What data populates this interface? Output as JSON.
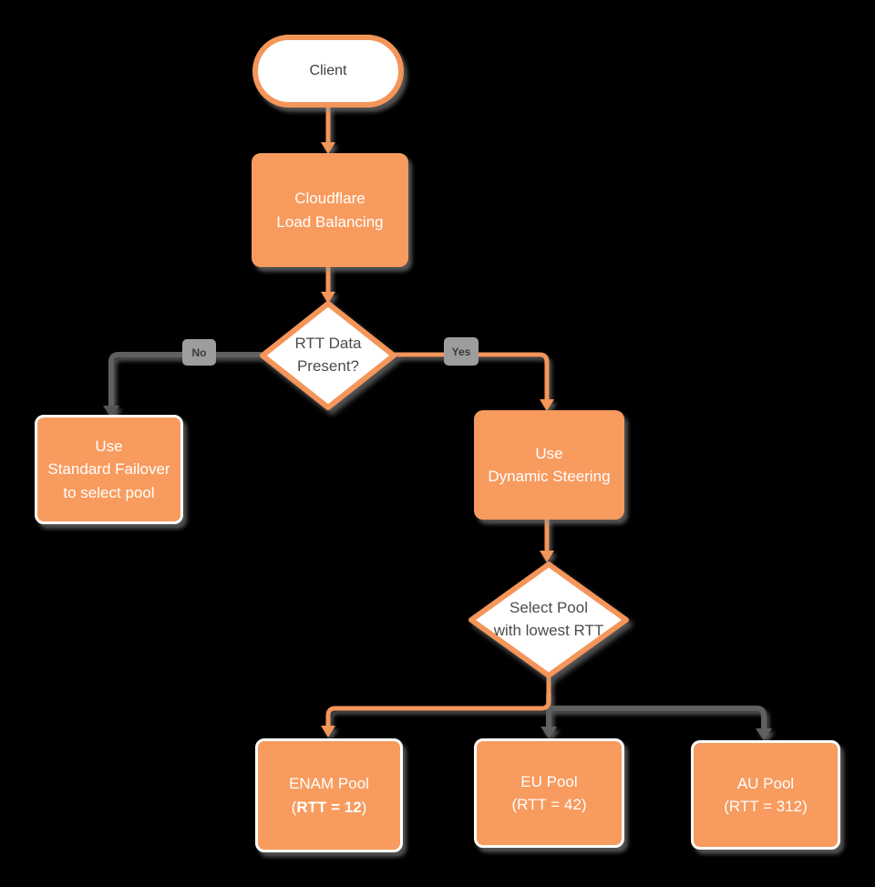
{
  "diagram": {
    "title": "Cloudflare Load Balancing dynamic steering flowchart",
    "colors": {
      "background": "#000000",
      "shape_fill_orange": "#F89B5E",
      "shape_stroke_orange": "#F4955A",
      "connector_gray": "#606060",
      "shadow_gray": "#969696",
      "diamond_fill": "#ffffff",
      "text_on_orange": "#ffffff",
      "text_dark": "#4c4c4c",
      "badge_background": "#9d9d9d"
    },
    "nodes": {
      "client": {
        "label": "Client"
      },
      "load_balancing": {
        "label": "Cloudflare\nLoad Balancing"
      },
      "rtt_decision": {
        "label": "RTT Data\nPresent?"
      },
      "standard_failover": {
        "label": "Use\nStandard Failover\nto select pool"
      },
      "dynamic_steering": {
        "label": "Use\nDynamic Steering"
      },
      "select_pool": {
        "label": "Select Pool\nwith lowest RTT"
      },
      "enam_pool": {
        "line1": "ENAM Pool",
        "line2_prefix": "(",
        "line2_bold": "RTT = 12",
        "line2_suffix": ")"
      },
      "eu_pool": {
        "line1": "EU Pool",
        "line2": "(RTT = 42)"
      },
      "au_pool": {
        "line1": "AU Pool",
        "line2": "(RTT = 312)"
      }
    },
    "edge_labels": {
      "no": "No",
      "yes": "Yes"
    }
  }
}
